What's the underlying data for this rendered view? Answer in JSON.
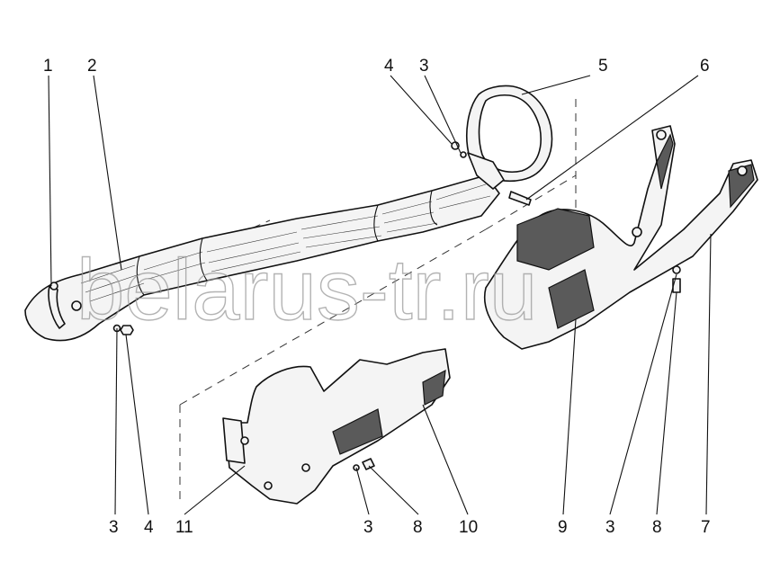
{
  "watermark": "belarus-tr.ru",
  "corner_mark": "",
  "callouts_top": [
    {
      "id": "c-top-1",
      "text": "1"
    },
    {
      "id": "c-top-2",
      "text": "2"
    },
    {
      "id": "c-top-4",
      "text": "4"
    },
    {
      "id": "c-top-3",
      "text": "3"
    },
    {
      "id": "c-top-5",
      "text": "5"
    },
    {
      "id": "c-top-6",
      "text": "6"
    }
  ],
  "callouts_bottom": [
    {
      "id": "c-bot-3a",
      "text": "3"
    },
    {
      "id": "c-bot-4",
      "text": "4"
    },
    {
      "id": "c-bot-11",
      "text": "11"
    },
    {
      "id": "c-bot-3b",
      "text": "3"
    },
    {
      "id": "c-bot-8a",
      "text": "8"
    },
    {
      "id": "c-bot-10",
      "text": "10"
    },
    {
      "id": "c-bot-9",
      "text": "9"
    },
    {
      "id": "c-bot-3c",
      "text": "3"
    },
    {
      "id": "c-bot-8b",
      "text": "8"
    },
    {
      "id": "c-bot-7",
      "text": "7"
    }
  ]
}
